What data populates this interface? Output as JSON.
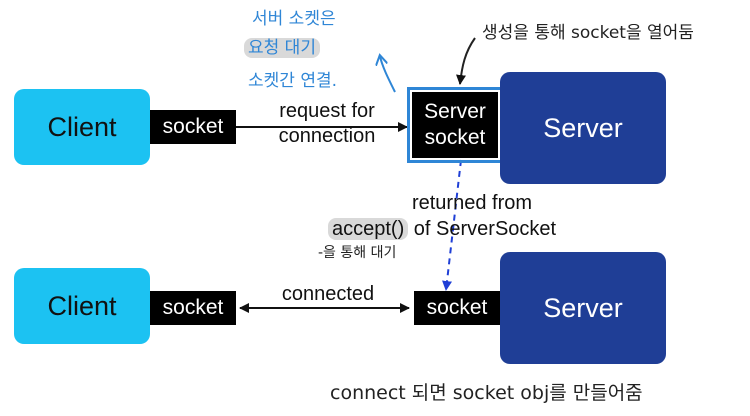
{
  "top_row": {
    "client_label": "Client",
    "socket_label": "socket",
    "request_label_line1": "request for",
    "request_label_line2": "connection",
    "server_socket_line1": "Server",
    "server_socket_line2": "socket",
    "server_label": "Server"
  },
  "middle": {
    "returned_line1": "returned from",
    "accept_text": "accept()",
    "returned_rest": " of ServerSocket"
  },
  "bottom_row": {
    "client_label": "Client",
    "socket_left_label": "socket",
    "connected_label": "connected",
    "socket_right_label": "socket",
    "server_label": "Server"
  },
  "annotations": {
    "note_server_line1": "서버 소켓은",
    "note_server_line2": "요청 대기",
    "note_server_line3": "소켓간 연결.",
    "note_creation": "생성을 통해 socket을 열어둠",
    "note_accept": "-을 통해 대기",
    "note_bottom": "connect 되면 socket obj를 만들어줌"
  },
  "colors": {
    "client": "#1cc2f2",
    "server": "#1f3e96",
    "socket": "#000000",
    "annotation_blue": "#2f86d6",
    "dashed_arrow": "#1f3fd6"
  }
}
